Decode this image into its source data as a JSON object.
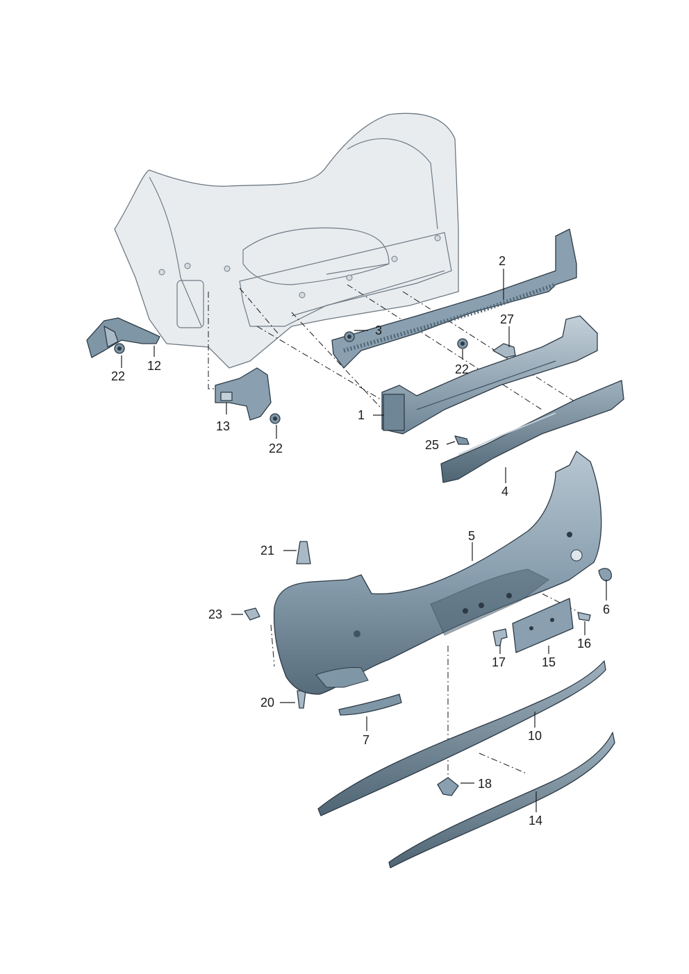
{
  "colors": {
    "body_fill": "#e9ecef",
    "body_line": "#6e7a84",
    "part_light": "#a9b9c5",
    "part_mid": "#7f96a6",
    "part_dark": "#4f6574",
    "outline": "#2d3a45",
    "label": "#1a1a1a"
  },
  "callouts": {
    "c1": "1",
    "c2": "2",
    "c3": "3",
    "c4": "4",
    "c5": "5",
    "c6": "6",
    "c7": "7",
    "c10": "10",
    "c12": "12",
    "c13": "13",
    "c14": "14",
    "c15": "15",
    "c16": "16",
    "c17": "17",
    "c18": "18",
    "c20": "20",
    "c21": "21",
    "c22a": "22",
    "c22b": "22",
    "c22c": "22",
    "c23": "23",
    "c25": "25",
    "c27": "27"
  }
}
